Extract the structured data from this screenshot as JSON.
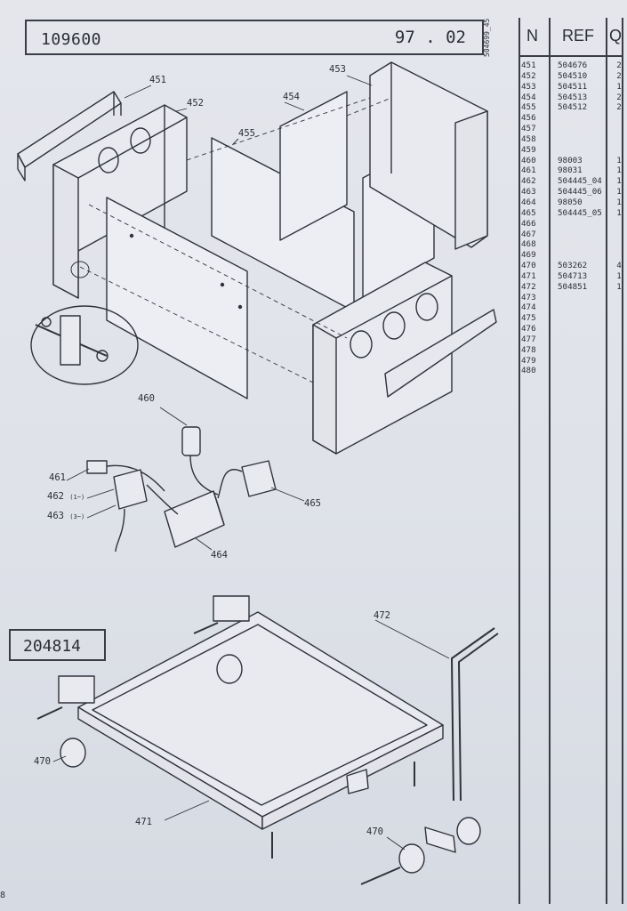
{
  "header": {
    "main_code": "109600",
    "date": "97 . 02",
    "vertical_code": "504699_45"
  },
  "subassembly": {
    "code": "204814"
  },
  "parts_table": {
    "columns": [
      "N",
      "REF",
      "Q"
    ],
    "rows": [
      {
        "n": "451",
        "ref": "504676",
        "q": "2"
      },
      {
        "n": "452",
        "ref": "504510",
        "q": "2"
      },
      {
        "n": "453",
        "ref": "504511",
        "q": "1"
      },
      {
        "n": "454",
        "ref": "504513",
        "q": "2"
      },
      {
        "n": "455",
        "ref": "504512",
        "q": "2"
      },
      {
        "n": "456",
        "ref": "",
        "q": ""
      },
      {
        "n": "457",
        "ref": "",
        "q": ""
      },
      {
        "n": "458",
        "ref": "",
        "q": ""
      },
      {
        "n": "459",
        "ref": "",
        "q": ""
      },
      {
        "n": "460",
        "ref": "98003",
        "q": "1"
      },
      {
        "n": "461",
        "ref": "98031",
        "q": "1"
      },
      {
        "n": "462",
        "ref": "504445_04",
        "q": "1"
      },
      {
        "n": "463",
        "ref": "504445_06",
        "q": "1"
      },
      {
        "n": "464",
        "ref": "98050",
        "q": "1"
      },
      {
        "n": "465",
        "ref": "504445_05",
        "q": "1"
      },
      {
        "n": "466",
        "ref": "",
        "q": ""
      },
      {
        "n": "467",
        "ref": "",
        "q": ""
      },
      {
        "n": "468",
        "ref": "",
        "q": ""
      },
      {
        "n": "469",
        "ref": "",
        "q": ""
      },
      {
        "n": "470",
        "ref": "503262",
        "q": "4"
      },
      {
        "n": "471",
        "ref": "504713",
        "q": "1"
      },
      {
        "n": "472",
        "ref": "504851",
        "q": "1"
      },
      {
        "n": "473",
        "ref": "",
        "q": ""
      },
      {
        "n": "474",
        "ref": "",
        "q": ""
      },
      {
        "n": "475",
        "ref": "",
        "q": ""
      },
      {
        "n": "476",
        "ref": "",
        "q": ""
      },
      {
        "n": "477",
        "ref": "",
        "q": ""
      },
      {
        "n": "478",
        "ref": "",
        "q": ""
      },
      {
        "n": "479",
        "ref": "",
        "q": ""
      },
      {
        "n": "480",
        "ref": "",
        "q": ""
      }
    ]
  },
  "callouts": {
    "p451": "451",
    "p452": "452",
    "p453": "453",
    "p454": "454",
    "p455": "455",
    "p460": "460",
    "p461": "461",
    "p462": "462",
    "p462_sub": "(1~)",
    "p463": "463",
    "p463_sub": "(3~)",
    "p464": "464",
    "p465": "465",
    "p470a": "470",
    "p470b": "470",
    "p471": "471",
    "p472": "472"
  },
  "page_number": "8"
}
